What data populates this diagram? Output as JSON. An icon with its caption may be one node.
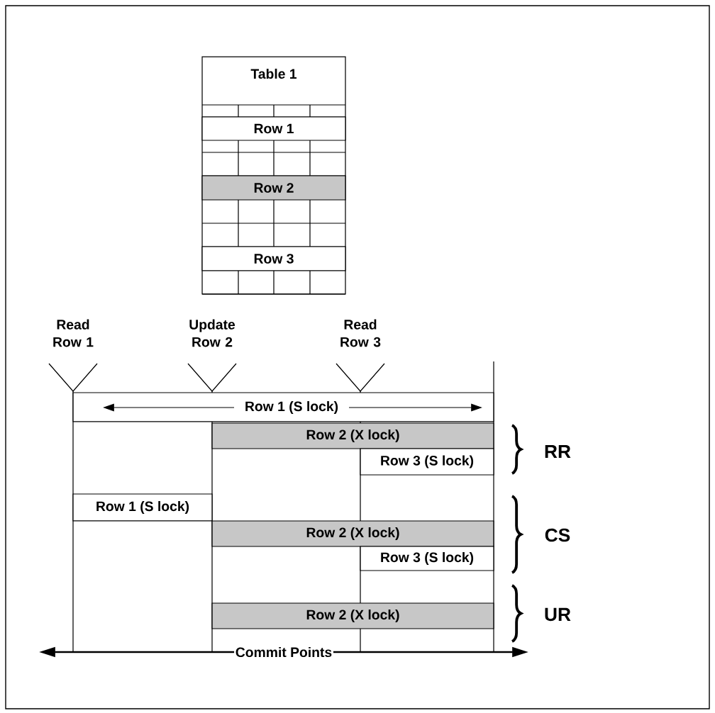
{
  "diagram": {
    "nodes": [
      {
        "text": [
          "Table 1"
        ]
      },
      {
        "text": [
          "Row 1"
        ],
        "in": 0
      },
      {
        "text": [
          "Row 2"
        ],
        "in": 0
      },
      {
        "text": [
          "Row 3"
        ],
        "in": 0
      },
      {
        "text": [
          "Row 1 (S lock)"
        ]
      },
      {
        "text": [
          "Row 2 (X  lock)"
        ]
      },
      {
        "text": [
          "Row 3 (S lock)"
        ]
      },
      {
        "text": [
          "Row 1 (S lock)"
        ]
      },
      {
        "text": [
          "Row 2 (X  lock)"
        ]
      },
      {
        "text": [
          "Row 3 (S lock)"
        ]
      },
      {
        "text": [
          "Row 2 (X  lock)"
        ]
      }
    ],
    "labels": [
      "Read Row 1",
      "Update Row 2",
      "Read Row 3",
      "RR",
      "CS",
      "UR",
      "Commit Points"
    ]
  }
}
